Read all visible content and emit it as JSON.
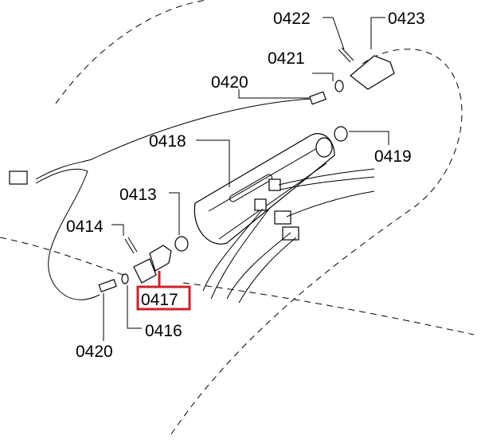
{
  "diagram": {
    "labels": {
      "p0422": "0422",
      "p0423": "0423",
      "p0421": "0421",
      "p0420_top": "0420",
      "p0418": "0418",
      "p0419": "0419",
      "p0413": "0413",
      "p0414": "0414",
      "p0417": "0417",
      "p0416": "0416",
      "p0420_bottom": "0420"
    },
    "highlight_color": "#d0202a"
  }
}
